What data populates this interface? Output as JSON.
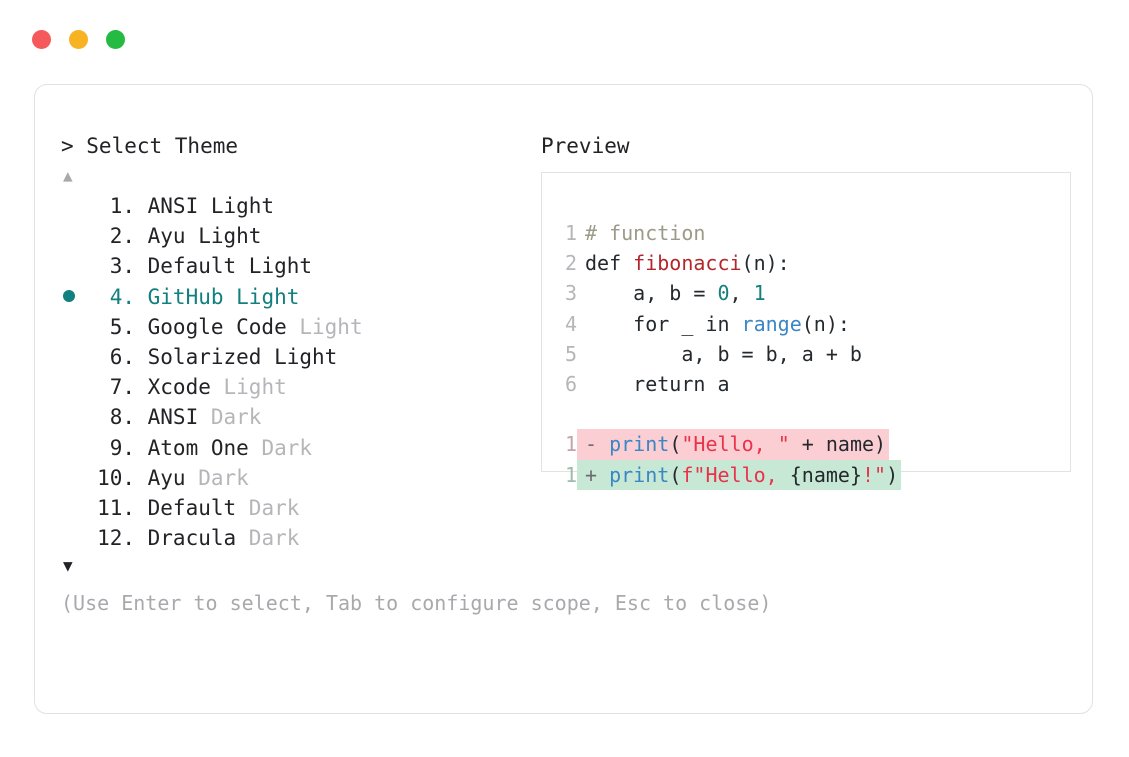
{
  "window": {
    "dots": [
      {
        "name": "close-dot",
        "color": "#f6595b"
      },
      {
        "name": "minimize-dot",
        "color": "#f7b322"
      },
      {
        "name": "maximize-dot",
        "color": "#25bb42"
      }
    ]
  },
  "left_panel": {
    "title": "> Select Theme",
    "scroll_up_glyph": "▲",
    "scroll_down_glyph": "▼",
    "selected_index": 4,
    "selected_bullet": "●",
    "items": [
      {
        "num": "1.",
        "name": "ANSI ",
        "suffix": "Light",
        "suffix_muted": false,
        "selected": false
      },
      {
        "num": "2.",
        "name": "Ayu ",
        "suffix": "Light",
        "suffix_muted": false,
        "selected": false
      },
      {
        "num": "3.",
        "name": "Default ",
        "suffix": "Light",
        "suffix_muted": false,
        "selected": false
      },
      {
        "num": "4.",
        "name": "GitHub ",
        "suffix": "Light",
        "suffix_muted": false,
        "selected": true
      },
      {
        "num": "5.",
        "name": "Google Code ",
        "suffix": "Light",
        "suffix_muted": true,
        "selected": false
      },
      {
        "num": "6.",
        "name": "Solarized ",
        "suffix": "Light",
        "suffix_muted": false,
        "selected": false
      },
      {
        "num": "7.",
        "name": "Xcode ",
        "suffix": "Light",
        "suffix_muted": true,
        "selected": false
      },
      {
        "num": "8.",
        "name": "ANSI ",
        "suffix": "Dark",
        "suffix_muted": true,
        "selected": false
      },
      {
        "num": "9.",
        "name": "Atom One ",
        "suffix": "Dark",
        "suffix_muted": true,
        "selected": false
      },
      {
        "num": "10.",
        "name": "Ayu ",
        "suffix": "Dark",
        "suffix_muted": true,
        "selected": false
      },
      {
        "num": "11.",
        "name": "Default ",
        "suffix": "Dark",
        "suffix_muted": true,
        "selected": false
      },
      {
        "num": "12.",
        "name": "Dracula ",
        "suffix": "Dark",
        "suffix_muted": true,
        "selected": false
      }
    ]
  },
  "hint": "(Use Enter to select, Tab to configure scope, Esc to close)",
  "right_panel": {
    "title": "Preview",
    "code_lines": [
      {
        "number": "1",
        "tokens": [
          {
            "t": "# function",
            "c": "tok-comment"
          }
        ]
      },
      {
        "number": "2",
        "tokens": [
          {
            "t": "def ",
            "c": "tok-plain"
          },
          {
            "t": "fibonacci",
            "c": "tok-func"
          },
          {
            "t": "(n):",
            "c": "tok-plain"
          }
        ]
      },
      {
        "number": "3",
        "tokens": [
          {
            "t": "    a, b = ",
            "c": "tok-plain"
          },
          {
            "t": "0",
            "c": "tok-num"
          },
          {
            "t": ", ",
            "c": "tok-plain"
          },
          {
            "t": "1",
            "c": "tok-num"
          }
        ]
      },
      {
        "number": "4",
        "tokens": [
          {
            "t": "    for _ in ",
            "c": "tok-plain"
          },
          {
            "t": "range",
            "c": "tok-builtin"
          },
          {
            "t": "(n):",
            "c": "tok-plain"
          }
        ]
      },
      {
        "number": "5",
        "tokens": [
          {
            "t": "        a, b = b, a + b",
            "c": "tok-plain"
          }
        ]
      },
      {
        "number": "6",
        "tokens": [
          {
            "t": "    return a",
            "c": "tok-plain"
          }
        ]
      }
    ],
    "diff_lines": [
      {
        "number": "1",
        "kind": "del",
        "sign": "- ",
        "tokens": [
          {
            "t": "print",
            "c": "tok-builtin"
          },
          {
            "t": "(",
            "c": "tok-plain"
          },
          {
            "t": "\"Hello, \"",
            "c": "tok-str"
          },
          {
            "t": " + name)",
            "c": "tok-plain"
          }
        ]
      },
      {
        "number": "1",
        "kind": "add",
        "sign": "+ ",
        "tokens": [
          {
            "t": "print",
            "c": "tok-builtin"
          },
          {
            "t": "(",
            "c": "tok-plain"
          },
          {
            "t": "f\"Hello, ",
            "c": "tok-str"
          },
          {
            "t": "{name}",
            "c": "tok-plain"
          },
          {
            "t": "!\"",
            "c": "tok-str"
          },
          {
            "t": ")",
            "c": "tok-plain"
          }
        ]
      }
    ]
  },
  "colors": {
    "accent_teal": "#12807f",
    "diff_del_bg": "#fbced3",
    "diff_add_bg": "#c7e8d4",
    "border": "#e2e2e4",
    "muted_text": "#b6b6ba",
    "body_text": "#232327"
  }
}
